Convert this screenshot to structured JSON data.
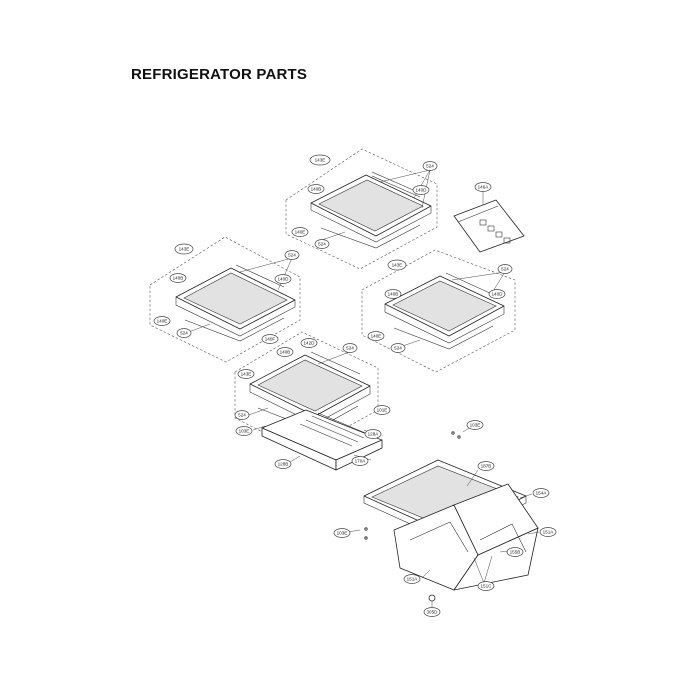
{
  "page": {
    "title": "REFRIGERATOR PARTS"
  },
  "callouts": [
    {
      "id": "c-143e-top",
      "label": "143E"
    },
    {
      "id": "c-524-top",
      "label": "524"
    },
    {
      "id": "c-140b-top",
      "label": "140B"
    },
    {
      "id": "c-140d-top",
      "label": "140D"
    },
    {
      "id": "c-140e-top",
      "label": "140E"
    },
    {
      "id": "c-524-top2",
      "label": "524"
    },
    {
      "id": "c-146a",
      "label": "146A"
    },
    {
      "id": "c-143e-left",
      "label": "143E"
    },
    {
      "id": "c-524-left",
      "label": "524"
    },
    {
      "id": "c-140b-left",
      "label": "140B"
    },
    {
      "id": "c-140d-left",
      "label": "140D"
    },
    {
      "id": "c-140e-left",
      "label": "140E"
    },
    {
      "id": "c-524-left2",
      "label": "524"
    },
    {
      "id": "c-143e-right",
      "label": "143E"
    },
    {
      "id": "c-524-right",
      "label": "524"
    },
    {
      "id": "c-140b-right",
      "label": "140B"
    },
    {
      "id": "c-140d-right",
      "label": "140D"
    },
    {
      "id": "c-140e-right",
      "label": "140E"
    },
    {
      "id": "c-524-right2",
      "label": "524"
    },
    {
      "id": "c-140f",
      "label": "140F"
    },
    {
      "id": "c-140b-mid",
      "label": "140B"
    },
    {
      "id": "c-142d",
      "label": "142D"
    },
    {
      "id": "c-524-mid",
      "label": "524"
    },
    {
      "id": "c-143e-mid",
      "label": "143E"
    },
    {
      "id": "c-524-mid2",
      "label": "524"
    },
    {
      "id": "c-101e",
      "label": "101E"
    },
    {
      "id": "c-103e-mid",
      "label": "103E"
    },
    {
      "id": "c-128a",
      "label": "128A"
    },
    {
      "id": "c-128b",
      "label": "128B"
    },
    {
      "id": "c-170a",
      "label": "170A"
    },
    {
      "id": "c-103e-right",
      "label": "103E"
    },
    {
      "id": "c-187b",
      "label": "187B"
    },
    {
      "id": "c-154a",
      "label": "154A"
    },
    {
      "id": "c-103e-left",
      "label": "103E"
    },
    {
      "id": "c-151a-right",
      "label": "151A"
    },
    {
      "id": "c-155b",
      "label": "155B"
    },
    {
      "id": "c-151a-bottom",
      "label": "151A"
    },
    {
      "id": "c-151c",
      "label": "151C"
    },
    {
      "id": "c-305d",
      "label": "305D"
    }
  ]
}
